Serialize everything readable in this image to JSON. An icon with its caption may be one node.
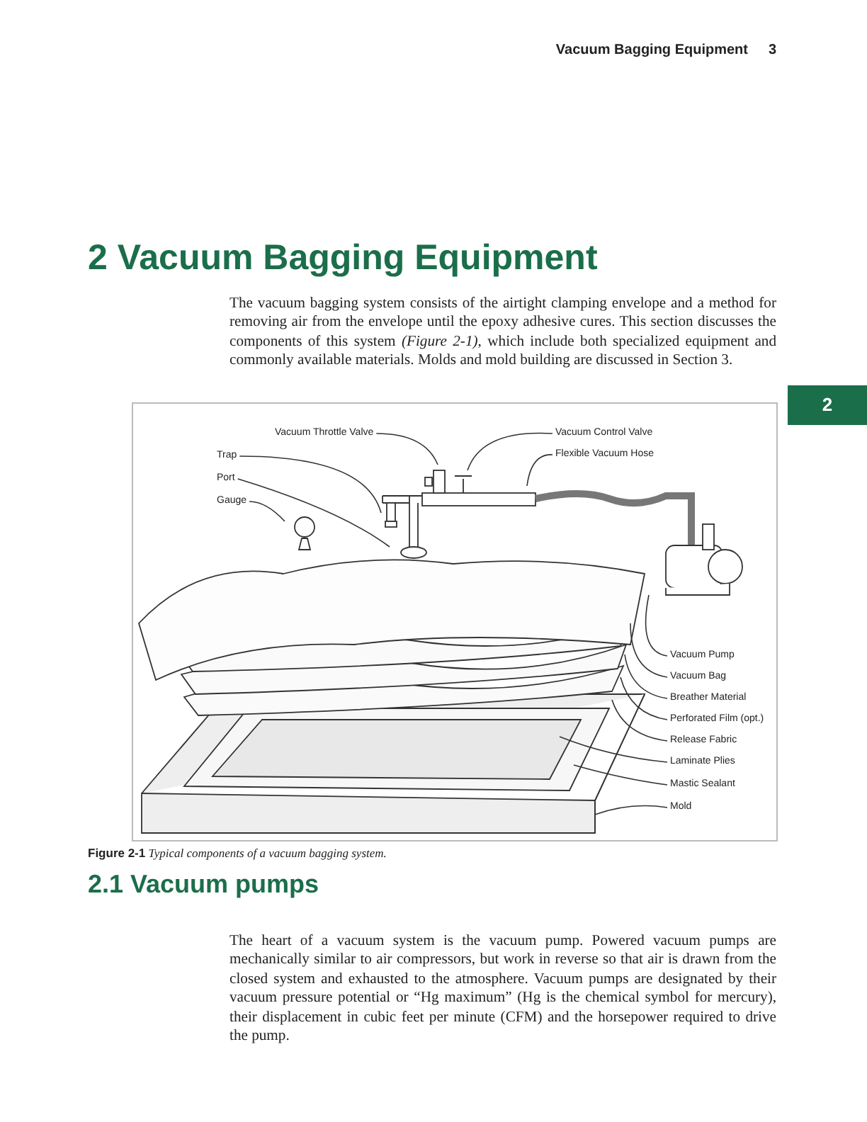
{
  "diagram": {
    "title": "2 Vacuum Bagging Equipment",
    "caption": "**Figure 2-1** *Typical components of a vacuum bagging system.*",
    "nodes": [
      {
        "text": [
          "Vacuum Throttle Valve"
        ]
      },
      {
        "text": [
          "Vacuum Control Valve"
        ]
      },
      {
        "text": [
          "Trap"
        ]
      },
      {
        "text": [
          "Flexible Vacuum Hose"
        ]
      },
      {
        "text": [
          "Port"
        ]
      },
      {
        "text": [
          "Gauge"
        ]
      },
      {
        "text": [
          "Vacuum Pump"
        ]
      },
      {
        "text": [
          "Vacuum Bag"
        ]
      },
      {
        "text": [
          "Breather Material"
        ]
      },
      {
        "text": [
          "Perforated Film (opt.)"
        ]
      },
      {
        "text": [
          "Release Fabric"
        ]
      },
      {
        "text": [
          "Laminate Plies"
        ]
      },
      {
        "text": [
          "Mastic Sealant"
        ]
      },
      {
        "text": [
          "Mold"
        ]
      }
    ],
    "edges": [
      {
        "from": 0,
        "to": null,
        "arrow": "none"
      },
      {
        "from": 1,
        "to": null,
        "arrow": "none"
      },
      {
        "from": 2,
        "to": null,
        "arrow": "none"
      },
      {
        "from": 3,
        "to": null,
        "arrow": "none"
      },
      {
        "from": 4,
        "to": null,
        "arrow": "none"
      },
      {
        "from": 5,
        "to": null,
        "arrow": "none"
      },
      {
        "from": 6,
        "to": null,
        "arrow": "none"
      },
      {
        "from": 7,
        "to": null,
        "arrow": "none"
      },
      {
        "from": 8,
        "to": null,
        "arrow": "none"
      },
      {
        "from": 9,
        "to": null,
        "arrow": "none"
      },
      {
        "from": 10,
        "to": null,
        "arrow": "none"
      },
      {
        "from": 11,
        "to": null,
        "arrow": "none"
      },
      {
        "from": 12,
        "to": null,
        "arrow": "none"
      },
      {
        "from": 13,
        "to": null,
        "arrow": "none"
      }
    ],
    "labels": [
      "Vacuum Bagging Equipment",
      "3",
      "The vacuum bagging system consists of the airtight clamping envelope and a method for removing air from the envelope until the epoxy adhesive cures. This section discusses the components of this system *(Figure 2-1),* which include both specialized equipment and commonly available materials. Molds and mold building are discussed in Section 3.",
      "2",
      "2.1 Vacuum pumps",
      "The heart of a vacuum system is the vacuum pump. Powered vacuum pumps are mechanically similar to air compressors, but work in reverse so that air is drawn from the closed system and exhausted to the atmosphere. Vacuum pumps are designated by their vacuum pressure potential or “Hg maximum” (Hg is the chemical symbol for mercury), their displacement in cubic feet per minute (CFM) and the horsepower required to drive the pump."
    ]
  }
}
